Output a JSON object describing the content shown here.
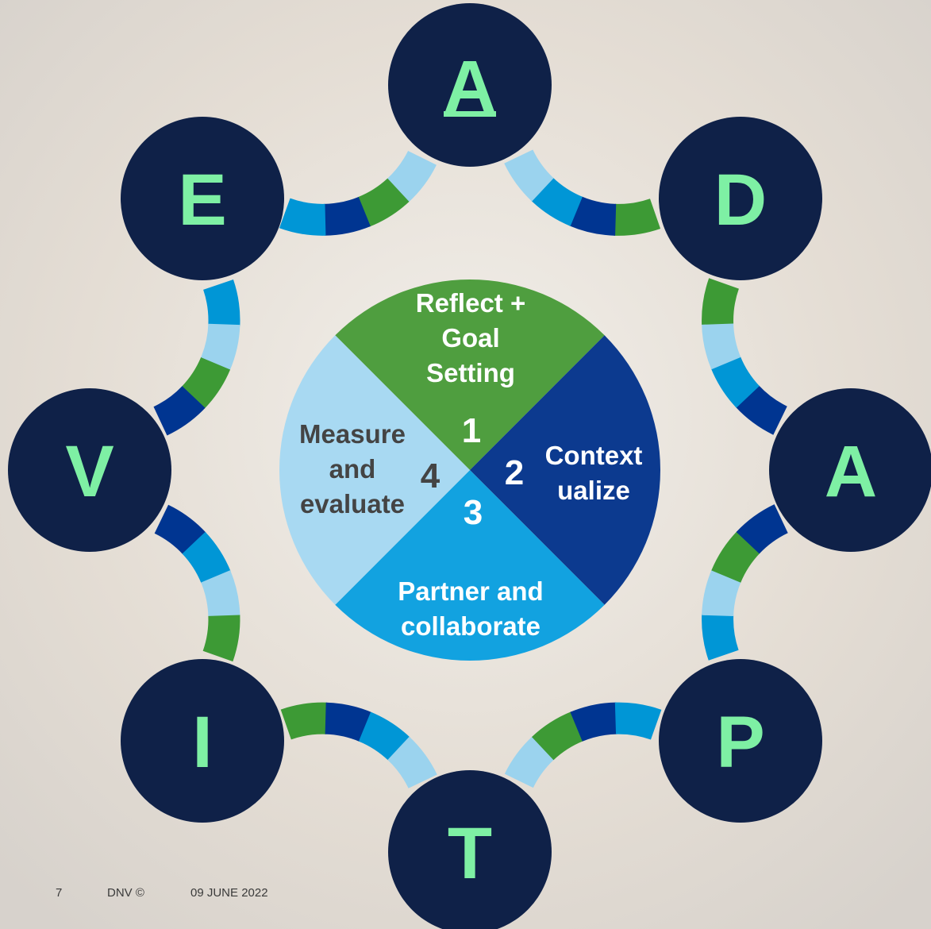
{
  "diagram": {
    "letters": [
      {
        "id": "a1",
        "text": "A",
        "underline": true
      },
      {
        "id": "d",
        "text": "D",
        "underline": false
      },
      {
        "id": "a2",
        "text": "A",
        "underline": false
      },
      {
        "id": "p",
        "text": "P",
        "underline": false
      },
      {
        "id": "t",
        "text": "T",
        "underline": false
      },
      {
        "id": "i",
        "text": "I",
        "underline": false
      },
      {
        "id": "v",
        "text": "V",
        "underline": false
      },
      {
        "id": "e",
        "text": "E",
        "underline": false
      }
    ],
    "quadrants": [
      {
        "number": "1",
        "lines": [
          "Reflect +",
          "Goal",
          "Setting"
        ]
      },
      {
        "number": "2",
        "lines": [
          "Context",
          "ualize"
        ]
      },
      {
        "number": "3",
        "lines": [
          "Partner and",
          "collaborate"
        ]
      },
      {
        "number": "4",
        "lines": [
          "Measure",
          "and",
          "evaluate"
        ]
      }
    ],
    "colors": {
      "circle_fill": "#0f2148",
      "letter": "#7ef0a4",
      "ring_green": "#3d9a35",
      "ring_dark_blue": "#003591",
      "ring_blue": "#0096d6",
      "ring_light_blue": "#9bd3ee",
      "q1": "#4f9e3f",
      "q2": "#0c3a8f",
      "q3": "#12a2e0",
      "q4": "#a8d9f2",
      "q4_text": "#444444"
    }
  },
  "footer": {
    "page_number": "7",
    "brand": "DNV ©",
    "date": "09 JUNE 2022"
  }
}
